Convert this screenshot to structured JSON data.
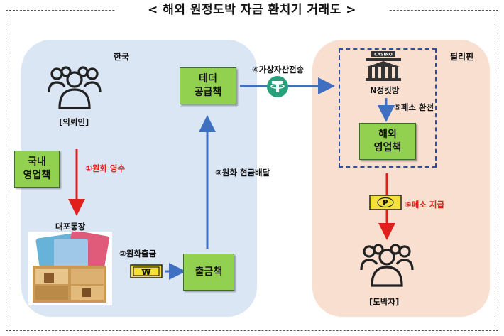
{
  "title": "< 해외 원정도박 자금 환치기 거래도 >",
  "regions": {
    "korea": "한국",
    "philippines": "필리핀"
  },
  "boxes": {
    "domestic_sales": "국내\n영업책",
    "tether_supplier": "테더\n공급책",
    "withdrawal": "출금책",
    "overseas_sales": "해외\n영업책"
  },
  "labels": {
    "client": "[의뢰인]",
    "bank_accounts": "대포통장",
    "n_chip_room": "N정킷방",
    "gambler": "[도박자]",
    "casino_sign": "CASINO"
  },
  "steps": {
    "s1": "①원화 영수",
    "s2": "②원화출금",
    "s3": "③원화 현금배달",
    "s4": "④가상자산전송",
    "s5": "⑤페소 환전",
    "s6": "⑥페소 지급"
  },
  "currency_symbols": {
    "won": "₩",
    "peso": "₱"
  },
  "colors": {
    "box_green": "#92d050",
    "arrow_red": "#e0201c",
    "arrow_blue": "#3f6fc0",
    "tether_teal": "#26a17b",
    "korea_bg": "#dbe6f5",
    "philippines_bg": "#f8dfd0"
  },
  "icons": [
    "people-group-icon",
    "casino-building-icon",
    "tether-coin-icon",
    "won-banknote-icon",
    "peso-banknote-icon",
    "bank-cards-icon"
  ]
}
